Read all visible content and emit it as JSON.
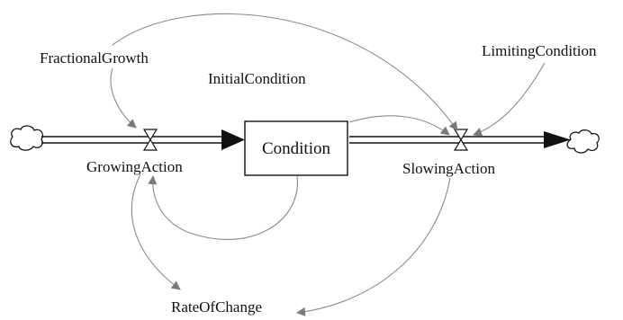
{
  "diagram": {
    "stock": {
      "label": "Condition"
    },
    "flows": [
      {
        "id": "growing",
        "label": "GrowingAction"
      },
      {
        "id": "slowing",
        "label": "SlowingAction"
      }
    ],
    "variables": [
      {
        "id": "fractional",
        "label": "FractionalGrowth"
      },
      {
        "id": "initial",
        "label": "InitialCondition"
      },
      {
        "id": "limiting",
        "label": "LimitingCondition"
      },
      {
        "id": "rate",
        "label": "RateOfChange"
      }
    ],
    "colors": {
      "pipe": "#111111",
      "connector": "#8a8a8a",
      "arrowhead": "#7a7a7a",
      "stock_fill": "#ffffff"
    }
  }
}
